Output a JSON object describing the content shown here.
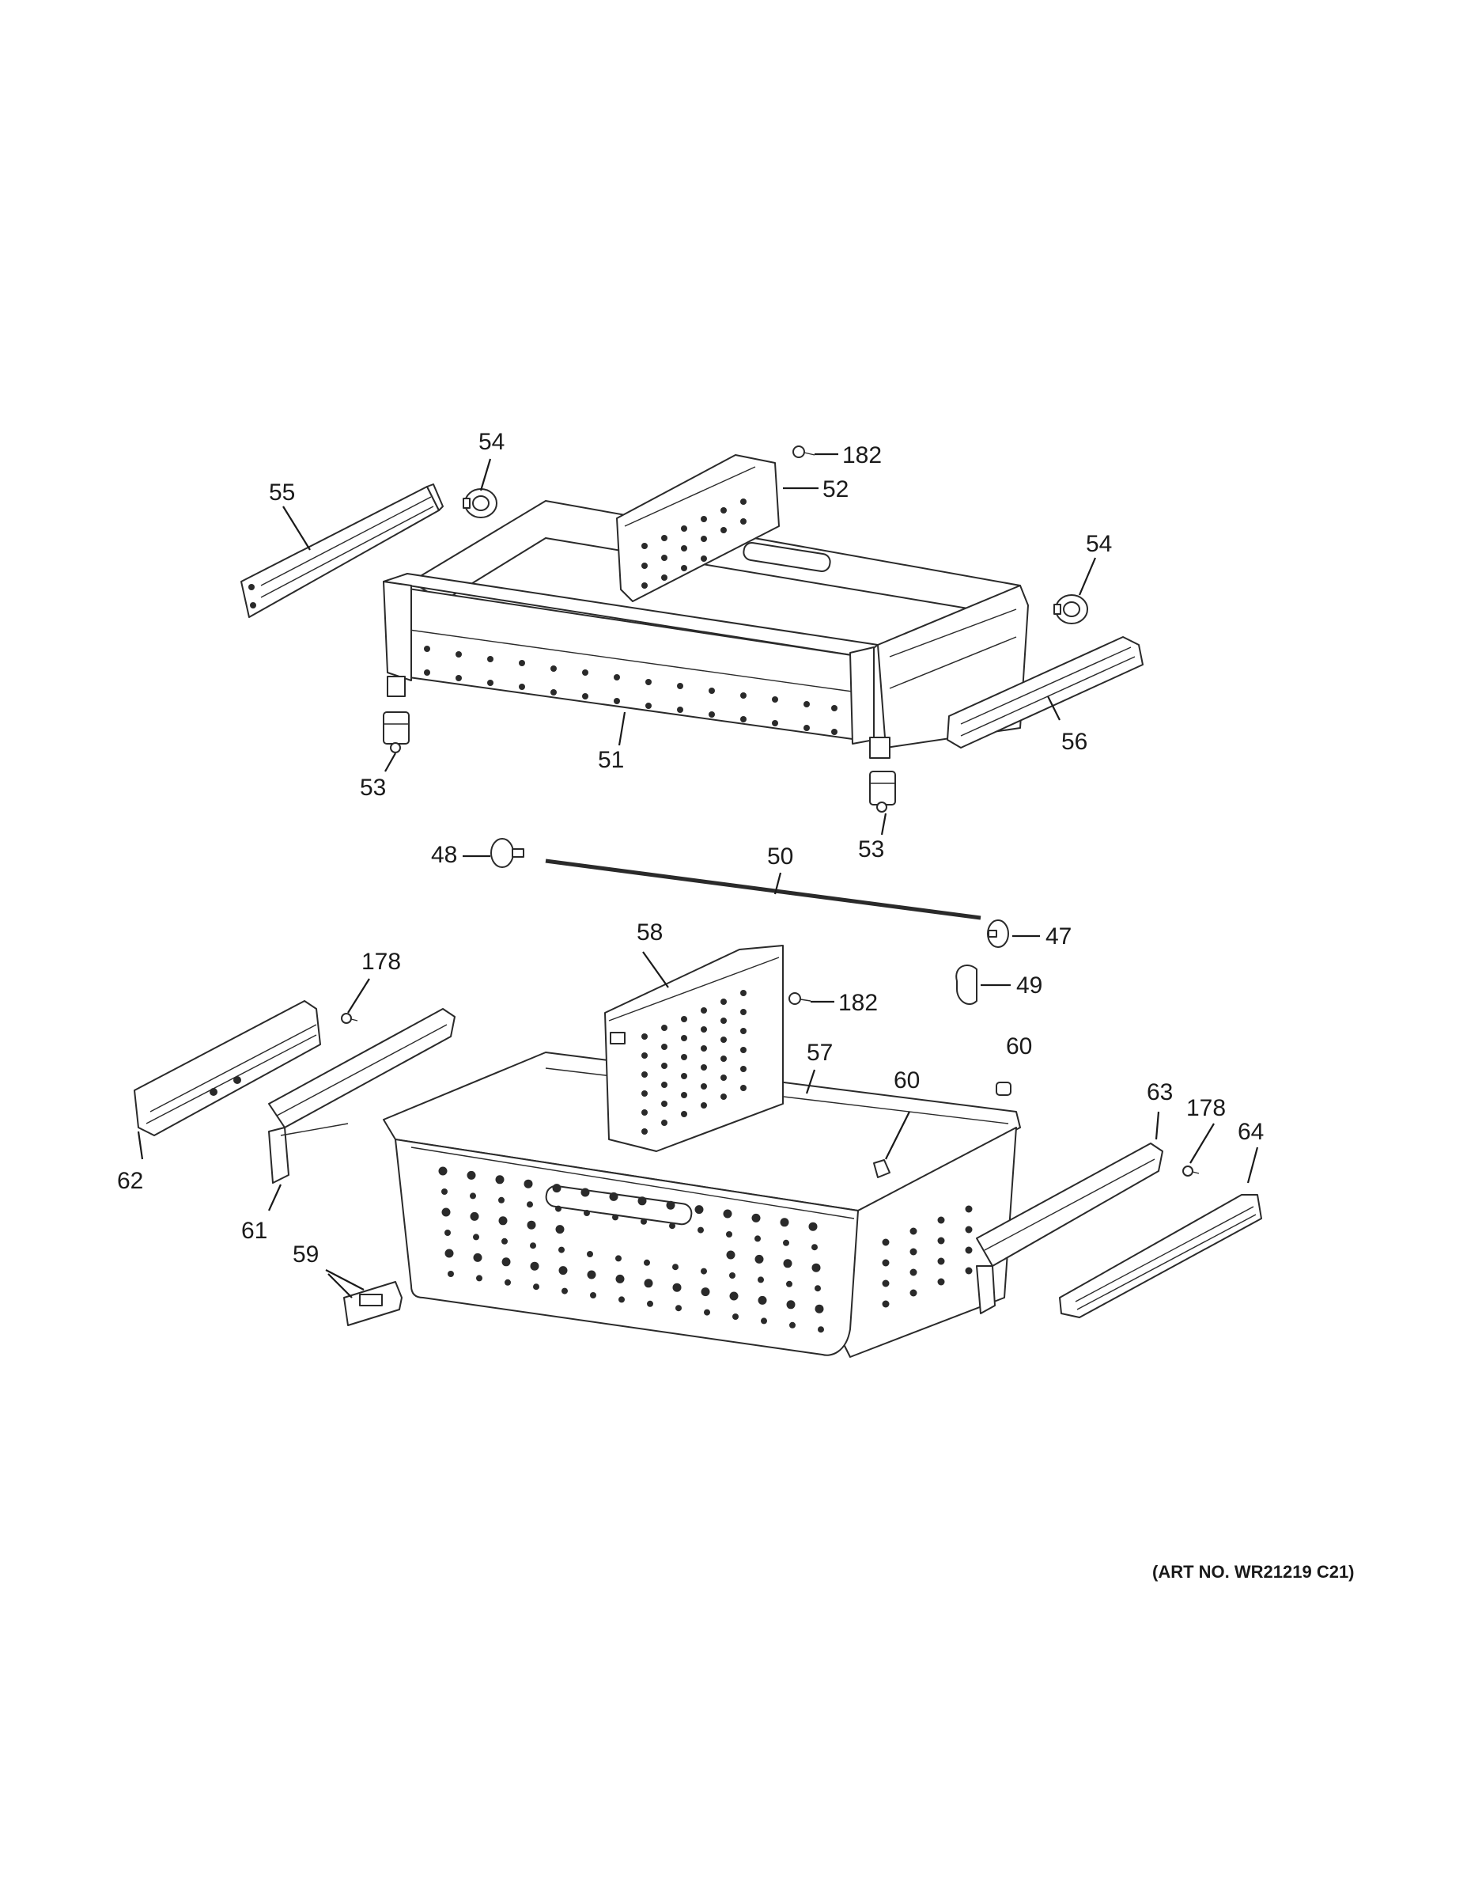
{
  "diagram": {
    "art_number": "(ART NO. WR21219 C21)",
    "callouts": {
      "c47": "47",
      "c48": "48",
      "c49": "49",
      "c50": "50",
      "c51": "51",
      "c52": "52",
      "c53a": "53",
      "c53b": "53",
      "c54a": "54",
      "c54b": "54",
      "c55": "55",
      "c56": "56",
      "c57": "57",
      "c58": "58",
      "c59": "59",
      "c60a": "60",
      "c60b": "60",
      "c61": "61",
      "c62": "62",
      "c63": "63",
      "c64": "64",
      "c178a": "178",
      "c178b": "178",
      "c182a": "182",
      "c182b": "182"
    }
  }
}
